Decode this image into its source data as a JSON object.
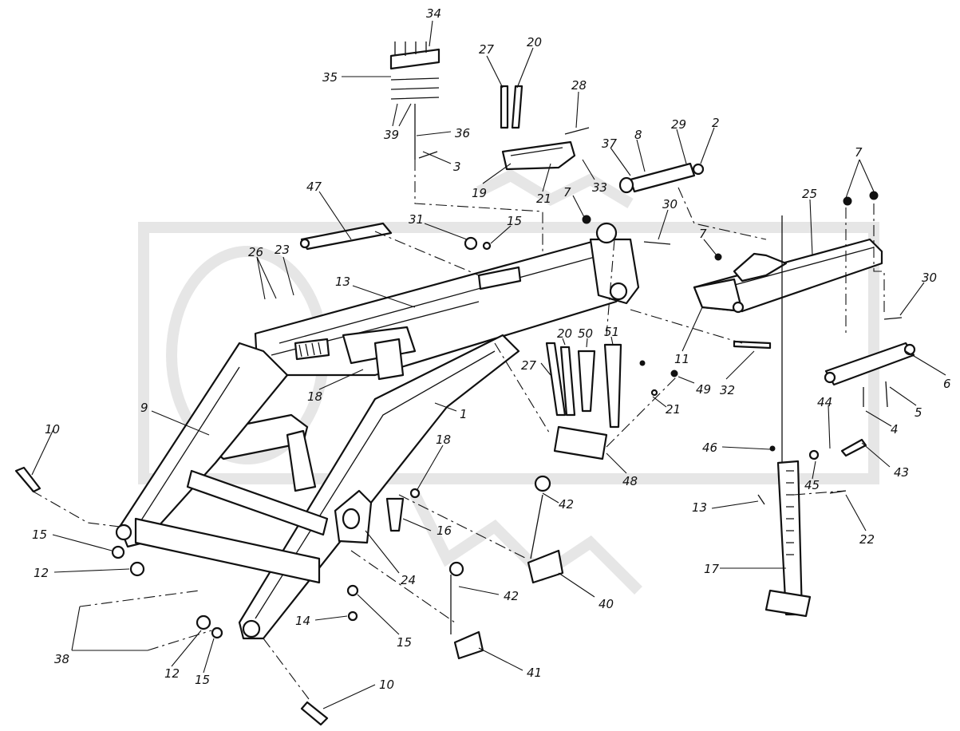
{
  "callouts": [
    {
      "id": "c34",
      "text": "34"
    },
    {
      "id": "c35",
      "text": "35"
    },
    {
      "id": "c39",
      "text": "39"
    },
    {
      "id": "c36",
      "text": "36"
    },
    {
      "id": "c3",
      "text": "3"
    },
    {
      "id": "c27a",
      "text": "27"
    },
    {
      "id": "c20a",
      "text": "20"
    },
    {
      "id": "c28",
      "text": "28"
    },
    {
      "id": "c19",
      "text": "19"
    },
    {
      "id": "c21a",
      "text": "21"
    },
    {
      "id": "c33",
      "text": "33"
    },
    {
      "id": "c37",
      "text": "37"
    },
    {
      "id": "c8",
      "text": "8"
    },
    {
      "id": "c29",
      "text": "29"
    },
    {
      "id": "c2",
      "text": "2"
    },
    {
      "id": "c7a",
      "text": "7"
    },
    {
      "id": "c7b",
      "text": "7"
    },
    {
      "id": "c7c",
      "text": "7"
    },
    {
      "id": "c25",
      "text": "25"
    },
    {
      "id": "c47",
      "text": "47"
    },
    {
      "id": "c31",
      "text": "31"
    },
    {
      "id": "c15a",
      "text": "15"
    },
    {
      "id": "c30a",
      "text": "30"
    },
    {
      "id": "c30b",
      "text": "30"
    },
    {
      "id": "c26",
      "text": "26"
    },
    {
      "id": "c23",
      "text": "23"
    },
    {
      "id": "c13a",
      "text": "13"
    },
    {
      "id": "c11",
      "text": "11"
    },
    {
      "id": "c20b",
      "text": "20"
    },
    {
      "id": "c50",
      "text": "50"
    },
    {
      "id": "c51",
      "text": "51"
    },
    {
      "id": "c27b",
      "text": "27"
    },
    {
      "id": "c18a",
      "text": "18"
    },
    {
      "id": "c49",
      "text": "49"
    },
    {
      "id": "c32",
      "text": "32"
    },
    {
      "id": "c6",
      "text": "6"
    },
    {
      "id": "c5",
      "text": "5"
    },
    {
      "id": "c4",
      "text": "4"
    },
    {
      "id": "c9",
      "text": "9"
    },
    {
      "id": "c1",
      "text": "1"
    },
    {
      "id": "c21b",
      "text": "21"
    },
    {
      "id": "c10a",
      "text": "10"
    },
    {
      "id": "c18b",
      "text": "18"
    },
    {
      "id": "c48",
      "text": "48"
    },
    {
      "id": "c46",
      "text": "46"
    },
    {
      "id": "c44",
      "text": "44"
    },
    {
      "id": "c43",
      "text": "43"
    },
    {
      "id": "c45",
      "text": "45"
    },
    {
      "id": "c42a",
      "text": "42"
    },
    {
      "id": "c13b",
      "text": "13"
    },
    {
      "id": "c22",
      "text": "22"
    },
    {
      "id": "c16",
      "text": "16"
    },
    {
      "id": "c15b",
      "text": "15"
    },
    {
      "id": "c12a",
      "text": "12"
    },
    {
      "id": "c24",
      "text": "24"
    },
    {
      "id": "c17",
      "text": "17"
    },
    {
      "id": "c42b",
      "text": "42"
    },
    {
      "id": "c40",
      "text": "40"
    },
    {
      "id": "c14",
      "text": "14"
    },
    {
      "id": "c15c",
      "text": "15"
    },
    {
      "id": "c38",
      "text": "38"
    },
    {
      "id": "c12b",
      "text": "12"
    },
    {
      "id": "c15d",
      "text": "15"
    },
    {
      "id": "c41",
      "text": "41"
    },
    {
      "id": "c10b",
      "text": "10"
    }
  ],
  "colors": {
    "ink": "#111111",
    "watermark": "#e6e6e6",
    "background": "#ffffff"
  }
}
